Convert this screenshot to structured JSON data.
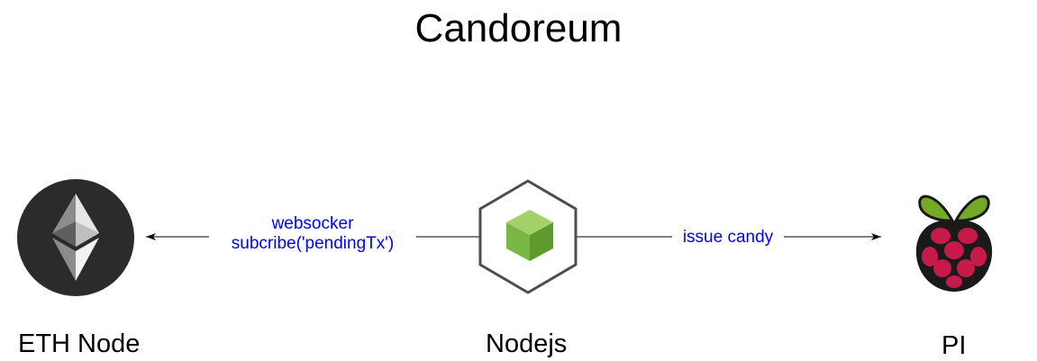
{
  "title": "Candoreum",
  "nodes": {
    "eth": {
      "label": "ETH Node",
      "icon": "ethereum-icon"
    },
    "nodejs": {
      "label": "Nodejs",
      "icon": "nodejs-icon"
    },
    "pi": {
      "label": "PI",
      "icon": "raspberry-pi-icon"
    }
  },
  "edges": {
    "nodejs_to_eth": {
      "line1": "websocker",
      "line2": "subcribe('pendingTx')"
    },
    "nodejs_to_pi": {
      "label": "issue candy"
    }
  },
  "colors": {
    "edge_label": "#0000ff",
    "arrow": "#000000",
    "eth_circle": "#2b2b2b",
    "nodejs_green": "#7ab845",
    "pi_red": "#c51a4a",
    "pi_green": "#75a928"
  }
}
